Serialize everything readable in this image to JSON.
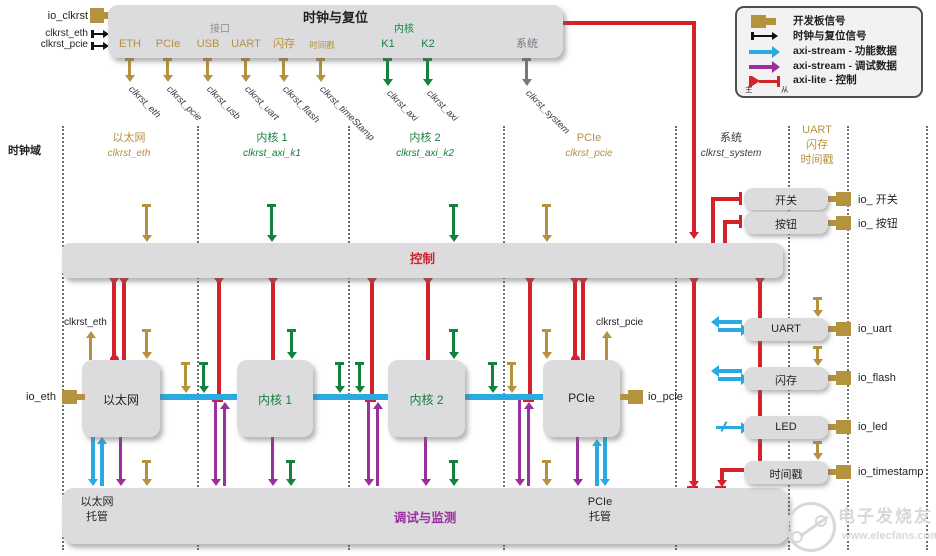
{
  "colors": {
    "gold": "#b5923d",
    "green": "#15803f",
    "red": "#d3222a",
    "cyan": "#29abe2",
    "purple": "#9b2f9c",
    "gray": "#808285",
    "block_fill": "#dcdcde"
  },
  "inputs": {
    "io_clkrst": "io_clkrst",
    "clkrst_eth": "clkrst_eth",
    "clkrst_pcie": "clkrst_pcie"
  },
  "clock_box": {
    "title": "时钟与复位",
    "group_interface": "接口",
    "group_core": "内核",
    "system": "系统",
    "if_items": [
      "ETH",
      "PCIe",
      "USB",
      "UART",
      "闪存",
      "时间戳"
    ],
    "core_items": [
      "K1",
      "K2"
    ],
    "out_if": [
      "clkrst_eth",
      "clkrst_pcie",
      "clkrst_usb",
      "clkrst_uart",
      "clkrst_flash",
      "clkrst_timeStamp"
    ],
    "out_core": [
      "clkrst_axi",
      "clkrst_axi"
    ],
    "out_sys": "clkrst_system"
  },
  "legend": {
    "items": [
      "开发板信号",
      "时钟与复位信号",
      "axi-stream - 功能数据",
      "axi-stream - 调试数据",
      "axi-lite - 控制"
    ],
    "master": "主",
    "slave": "从"
  },
  "domains": {
    "axis": "时钟域",
    "eth": {
      "name": "以太网",
      "clk": "clkrst_eth"
    },
    "k1": {
      "name": "内核 1",
      "clk": "clkrst_axi_k1"
    },
    "k2": {
      "name": "内核 2",
      "clk": "clkrst_axi_k2"
    },
    "pcie": {
      "name": "PCIe",
      "clk": "clkrst_pcie"
    },
    "sys": {
      "name": "系统",
      "clk": "clkrst_system"
    },
    "uartcol": {
      "l1": "UART",
      "l2": "闪存",
      "l3": "时间戳"
    }
  },
  "control": {
    "label": "控制"
  },
  "blocks": {
    "eth": "以太网",
    "k1": "内核 1",
    "k2": "内核 2",
    "pcie": "PCIe"
  },
  "block_clk_labels": {
    "eth": "clkrst_eth",
    "pcie": "clkrst_pcie"
  },
  "peripherals": {
    "switch": "开关",
    "button": "按钮",
    "uart": "UART",
    "flash": "闪存",
    "led": "LED",
    "timestamp": "时间戳"
  },
  "io": {
    "eth": "io_eth",
    "pcie": "io_pcie",
    "switch": "io_ 开关",
    "button": "io_ 按钮",
    "uart": "io_uart",
    "flash": "io_flash",
    "led": "io_led",
    "timestamp": "io_timestamp"
  },
  "bottom": {
    "eth1": "以太网",
    "eth2": "托管",
    "center": "调试与监测",
    "pcie1": "PCIe",
    "pcie2": "托管"
  },
  "watermark": {
    "title": "电子发烧友",
    "url": "www.elecfans.com"
  }
}
